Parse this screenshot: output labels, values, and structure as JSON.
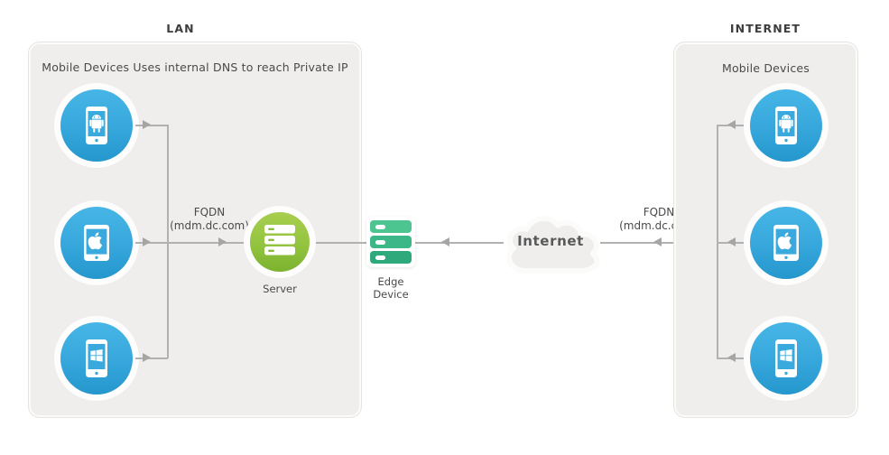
{
  "diagram": {
    "title_left": "LAN",
    "title_right": "INTERNET",
    "lan": {
      "caption": "Mobile Devices Uses internal DNS to reach Private IP",
      "devices": [
        {
          "name": "android-device",
          "icon": "android-phone-icon"
        },
        {
          "name": "apple-device",
          "icon": "apple-tablet-icon"
        },
        {
          "name": "windows-device",
          "icon": "windows-phone-icon"
        }
      ],
      "fqdn_label": "FQDN\n(mdm.dc.com)"
    },
    "internet_zone": {
      "caption": "Mobile Devices",
      "devices": [
        {
          "name": "android-device",
          "icon": "android-phone-icon"
        },
        {
          "name": "apple-device",
          "icon": "apple-tablet-icon"
        },
        {
          "name": "windows-device",
          "icon": "windows-phone-icon"
        }
      ],
      "fqdn_label": "FQDN\n(mdm.dc.com)"
    },
    "nodes": {
      "server_label": "Server",
      "edge_device_label": "Edge\nDevice",
      "cloud_label": "Internet"
    },
    "colors": {
      "panel_fill": "#efeeec",
      "device_blue": "#3aaade",
      "server_green": "#93c440",
      "edge_green": "#3cb888",
      "wire_gray": "#b1b1b1",
      "text_dark": "#3d3d3d"
    }
  }
}
